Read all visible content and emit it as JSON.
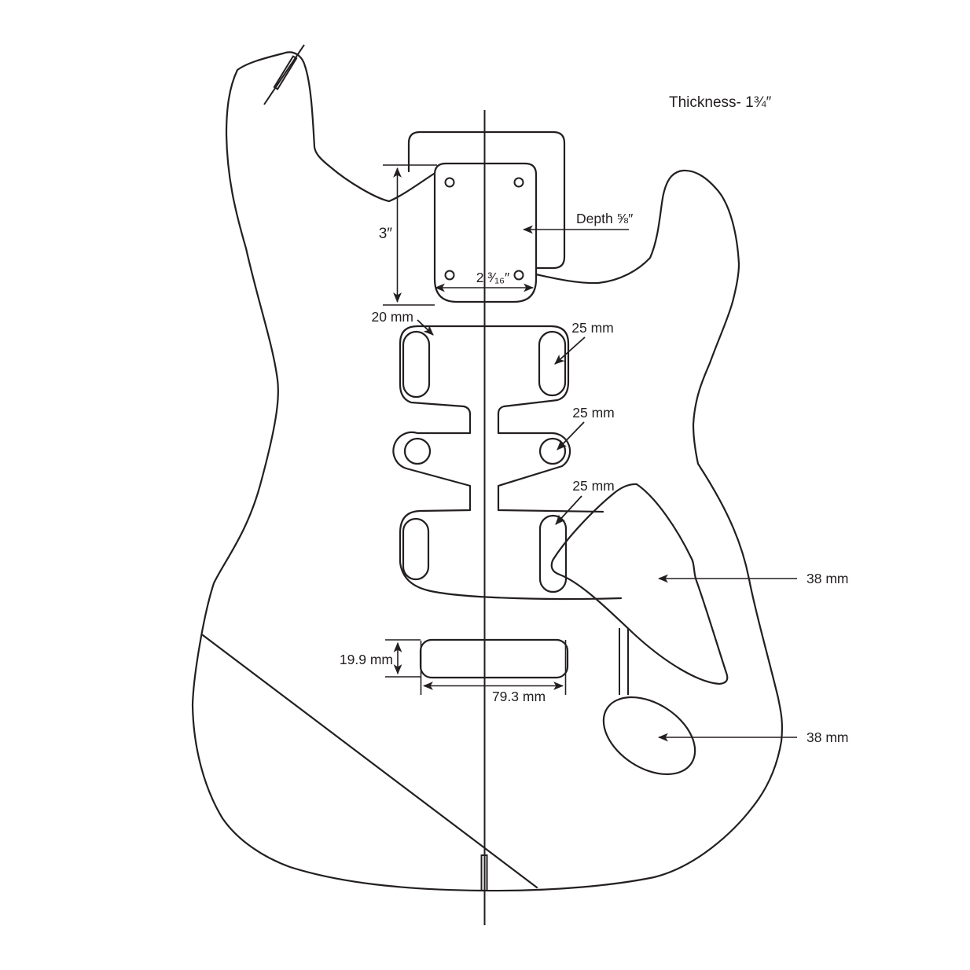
{
  "colors": {
    "ink": "#231f20",
    "background": "#ffffff"
  },
  "labels": {
    "thickness": "Thickness- 1¾″",
    "neck_pocket_length": "3″",
    "neck_pocket_depth": "Depth ⅝″",
    "neck_pocket_width": "2 ³⁄₁₆″",
    "neck_route": "20 mm",
    "neck_ear": "25 mm",
    "middle_ear": "25 mm",
    "bridge_ear": "25 mm",
    "claw_height": "19.9 mm",
    "claw_width": "79.3 mm",
    "trem_cavity_width": "38 mm",
    "jack_cavity_width": "38 mm"
  }
}
